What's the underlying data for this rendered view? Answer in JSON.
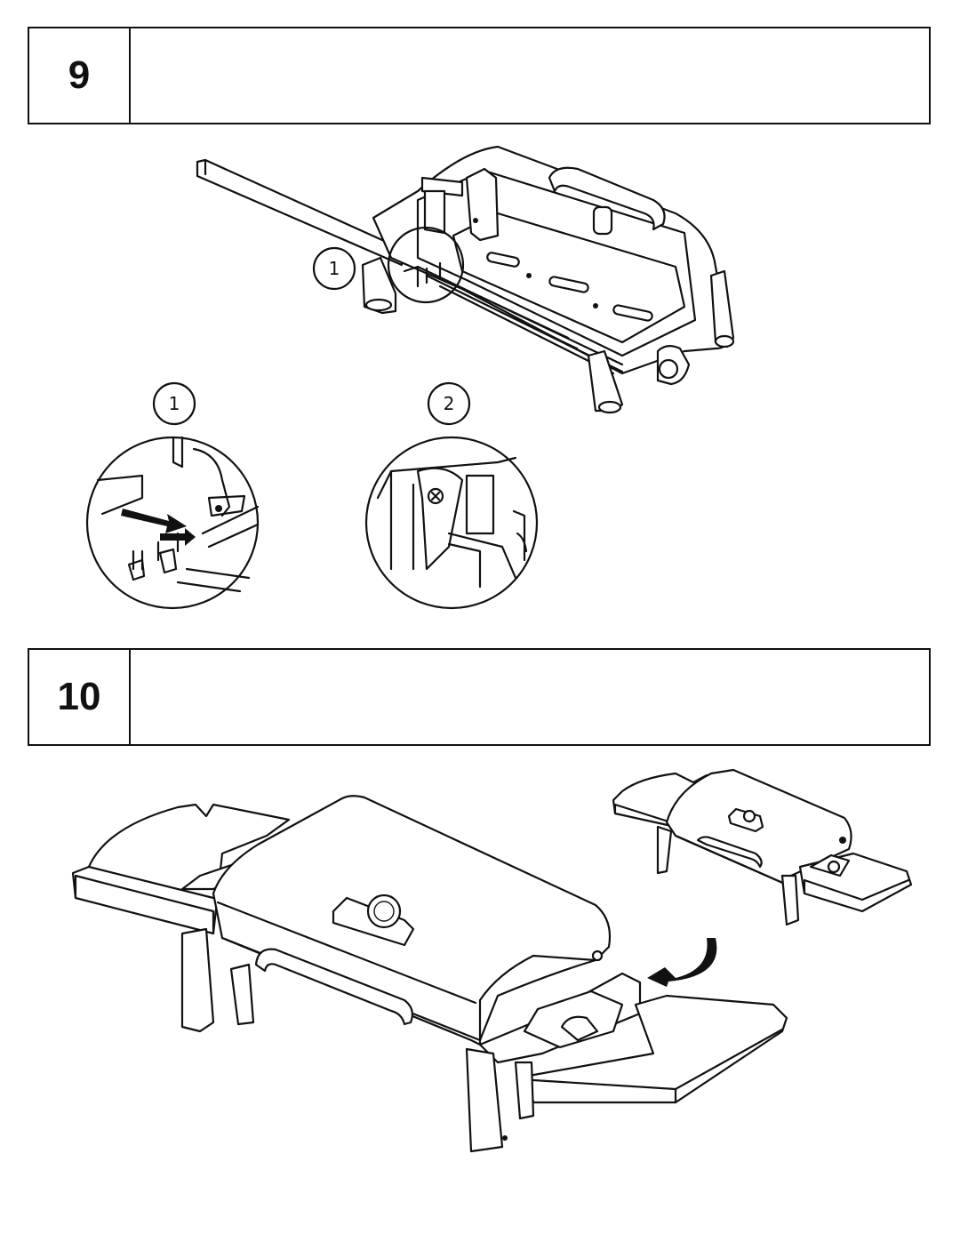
{
  "steps": [
    {
      "number": "9",
      "text": ""
    },
    {
      "number": "10",
      "text": ""
    }
  ],
  "callouts": {
    "main_marker": "1",
    "detail_1": "1",
    "detail_2": "2"
  }
}
